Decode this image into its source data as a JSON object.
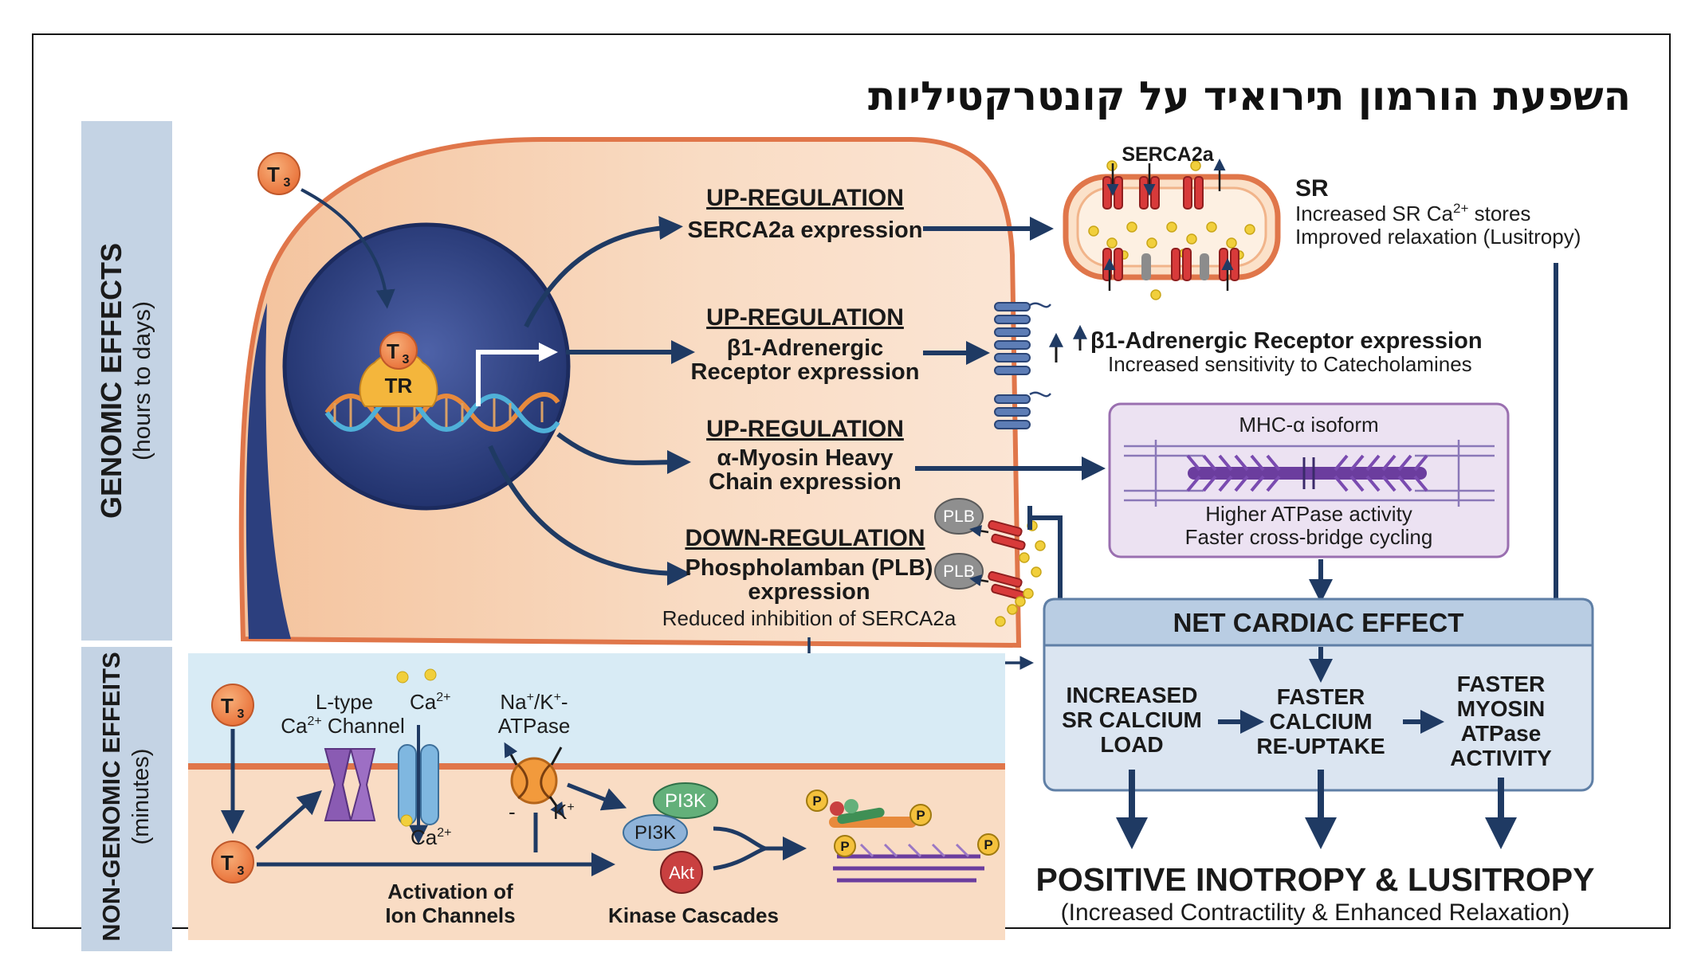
{
  "title": "השפעת הורמון תירואיד על קונטרקטיליות",
  "sidebar": {
    "genomic_title": "GENOMIC EFFECTS",
    "genomic_sub": "(hours to days)",
    "nongenomic_title": "NON-GENOMIC EFFEITS",
    "nongenomic_sub": "(minutes)"
  },
  "nucleus": {
    "hormone": "T",
    "hormone_sub": "3",
    "receptor": "TR"
  },
  "regulations": [
    {
      "heading": "UP-REGULATION",
      "line1": "SERCA2a expression",
      "line2": "",
      "note": ""
    },
    {
      "heading": "UP-REGULATION",
      "line1": "β1-Adrenergic",
      "line2": "Receptor expression",
      "note": ""
    },
    {
      "heading": "UP-REGULATION",
      "line1": "α-Myosin Heavy",
      "line2": "Chain expression",
      "note": ""
    },
    {
      "heading": "DOWN-REGULATION",
      "line1": "Phospholamban (PLB)",
      "line2": "expression",
      "note": "Reduced inhibition of SERCA2a"
    }
  ],
  "sr": {
    "protein": "SERCA2a",
    "label": "SR",
    "line1_pre": "Increased SR Ca",
    "line1_sup": "2+",
    "line1_post": " stores",
    "line2": "Improved relaxation (Lusitropy)"
  },
  "beta": {
    "title": "β1-Adrenergic Receptor expression",
    "sub": "Increased sensitivity to Catecholamines"
  },
  "plb": {
    "label": "PLB"
  },
  "mhc": {
    "label": "MHC-α isoform",
    "line1": "Higher ATPase activity",
    "line2": "Faster cross-bridge cycling"
  },
  "net": {
    "title": "NET CARDIAC EFFECT",
    "effects": [
      {
        "lines": [
          "INCREASED",
          "SR CALCIUM",
          "LOAD"
        ]
      },
      {
        "lines": [
          "FASTER",
          "CALCIUM",
          "RE-UPTAKE"
        ]
      },
      {
        "lines": [
          "FASTER",
          "MYOSIN",
          "ATPase",
          "ACTIVITY"
        ]
      }
    ]
  },
  "outcome": {
    "title": "POSITIVE INOTROPY & LUSITROPY",
    "sub": "(Increased Contractility & Enhanced Relaxation)"
  },
  "nongenomic": {
    "ltype_line1": "L-type",
    "ltype_line2_pre": "Ca",
    "ltype_line2_sup": "2+",
    "ltype_line2_post": " Channel",
    "ca": "Ca",
    "ca_sup": "2+",
    "nak_line1_pre": "Na",
    "nak_line1_sup1": "+",
    "nak_line1_mid": "/K",
    "nak_line1_sup2": "+",
    "nak_line1_post": "-",
    "nak_line2": "ATPase",
    "k": "K",
    "k_sup": "+",
    "minus": "-",
    "pi3k": "PI3K",
    "akt": "Akt",
    "phospho": "P",
    "activation_line1": "Activation of",
    "activation_line2": "Ion Channels",
    "kinase": "Kinase Cascades"
  },
  "colors": {
    "navy": "#1f3a63",
    "cell": "#f7cfae",
    "cell_edge": "#e0764a",
    "nucleus": "#2c3f7e",
    "sidebar": "#c4d3e4",
    "net_box": "#dbe5f1",
    "mhc_box": "#ece2f2",
    "channel_red": "#d83a3a",
    "receptor_blue": "#5d7db6",
    "calcium": "#f1cf3c"
  }
}
